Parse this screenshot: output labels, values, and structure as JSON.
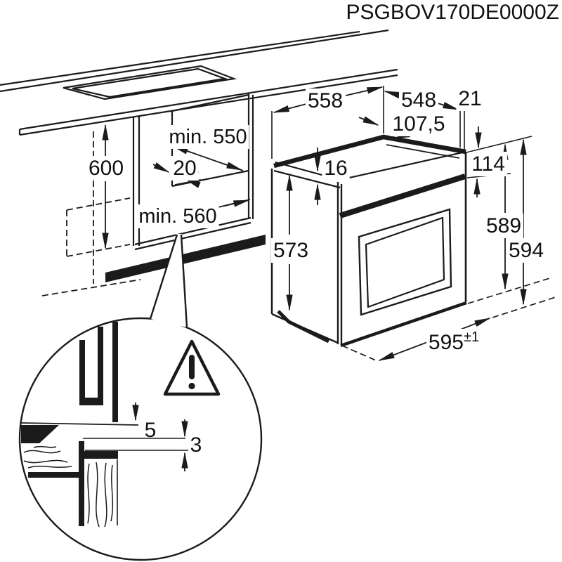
{
  "title": "PSGBOV170DE0000Z",
  "cabinet": {
    "niche_height": "600",
    "niche_depth": "min. 550",
    "rear_gap": "20",
    "niche_width": "min. 560"
  },
  "oven": {
    "body_width": "558",
    "body_depth": "548",
    "overhang": "21",
    "rear_offset": "107,5",
    "flange_height": "16",
    "panel_height": "114",
    "body_height": "573",
    "height_rear": "589",
    "height_front": "594",
    "front_width": "595",
    "front_width_tol": "±1"
  },
  "detail": {
    "gap_above": "5",
    "gap_below": "3"
  },
  "icons": {
    "warning": "exclamation-triangle"
  },
  "colors": {
    "line": "#1b1b1b",
    "background": "#ffffff"
  }
}
